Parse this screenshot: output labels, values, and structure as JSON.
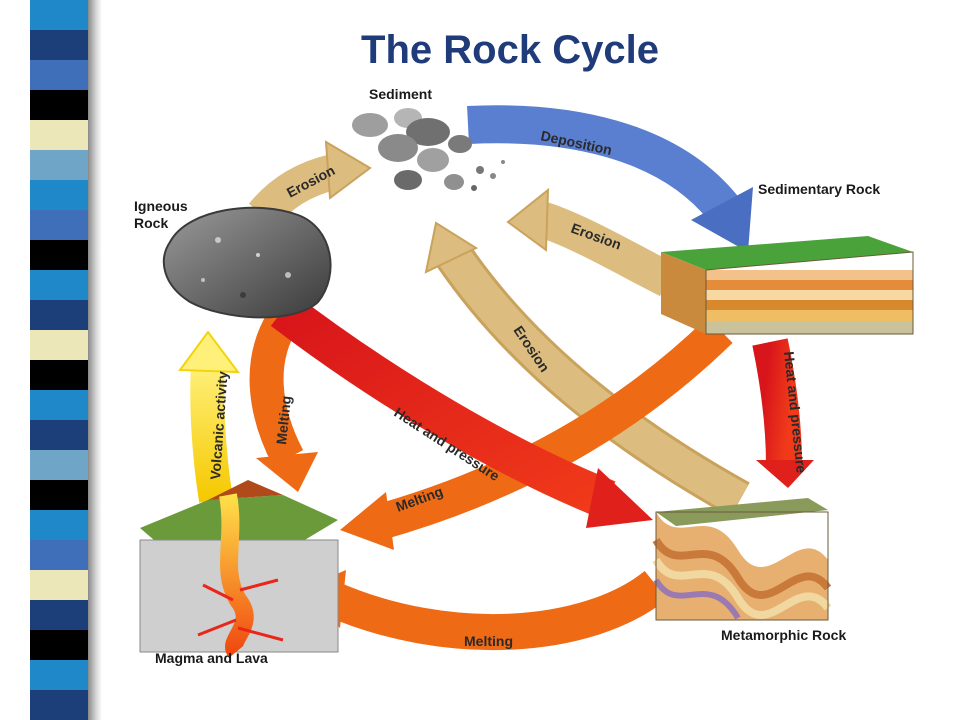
{
  "slide": {
    "title": "The Rock Cycle"
  },
  "stripes": [
    "#1e88c8",
    "#1c3f7a",
    "#3f6fb8",
    "#000000",
    "#ece7b9",
    "#6fa6c8",
    "#1e88c8",
    "#3f6fb8",
    "#000000",
    "#1e88c8",
    "#1c3f7a",
    "#ece7b9",
    "#000000",
    "#1e88c8",
    "#1c3f7a",
    "#6fa6c8",
    "#000000",
    "#1e88c8",
    "#3f6fb8",
    "#ece7b9",
    "#1c3f7a",
    "#000000",
    "#1e88c8",
    "#1c3f7a"
  ],
  "nodes": {
    "sediment": "Sediment",
    "igneous_line1": "Igneous",
    "igneous_line2": "Rock",
    "sedimentary": "Sedimentary Rock",
    "metamorphic": "Metamorphic Rock",
    "magma": "Magma and Lava"
  },
  "arrows": {
    "deposition": "Deposition",
    "erosion_igneous": "Erosion",
    "erosion_sedimentary": "Erosion",
    "erosion_metamorphic": "Erosion",
    "heat_pressure_sed": "Heat and pressure",
    "heat_pressure_ign": "Heat and pressure",
    "melting_igneous": "Melting",
    "melting_sedimentary": "Melting",
    "melting_metamorphic": "Melting",
    "volcanic": "Volcanic activity"
  },
  "colors": {
    "title": "#1f3b7a",
    "erosion": "#d8b46e",
    "deposition": "#4a6fc2",
    "heat": "#e0201a",
    "melting": "#ef6a14",
    "volcanic": "#f2d40e",
    "rock": "#6e6e6e",
    "grass": "#3f9a2e"
  }
}
